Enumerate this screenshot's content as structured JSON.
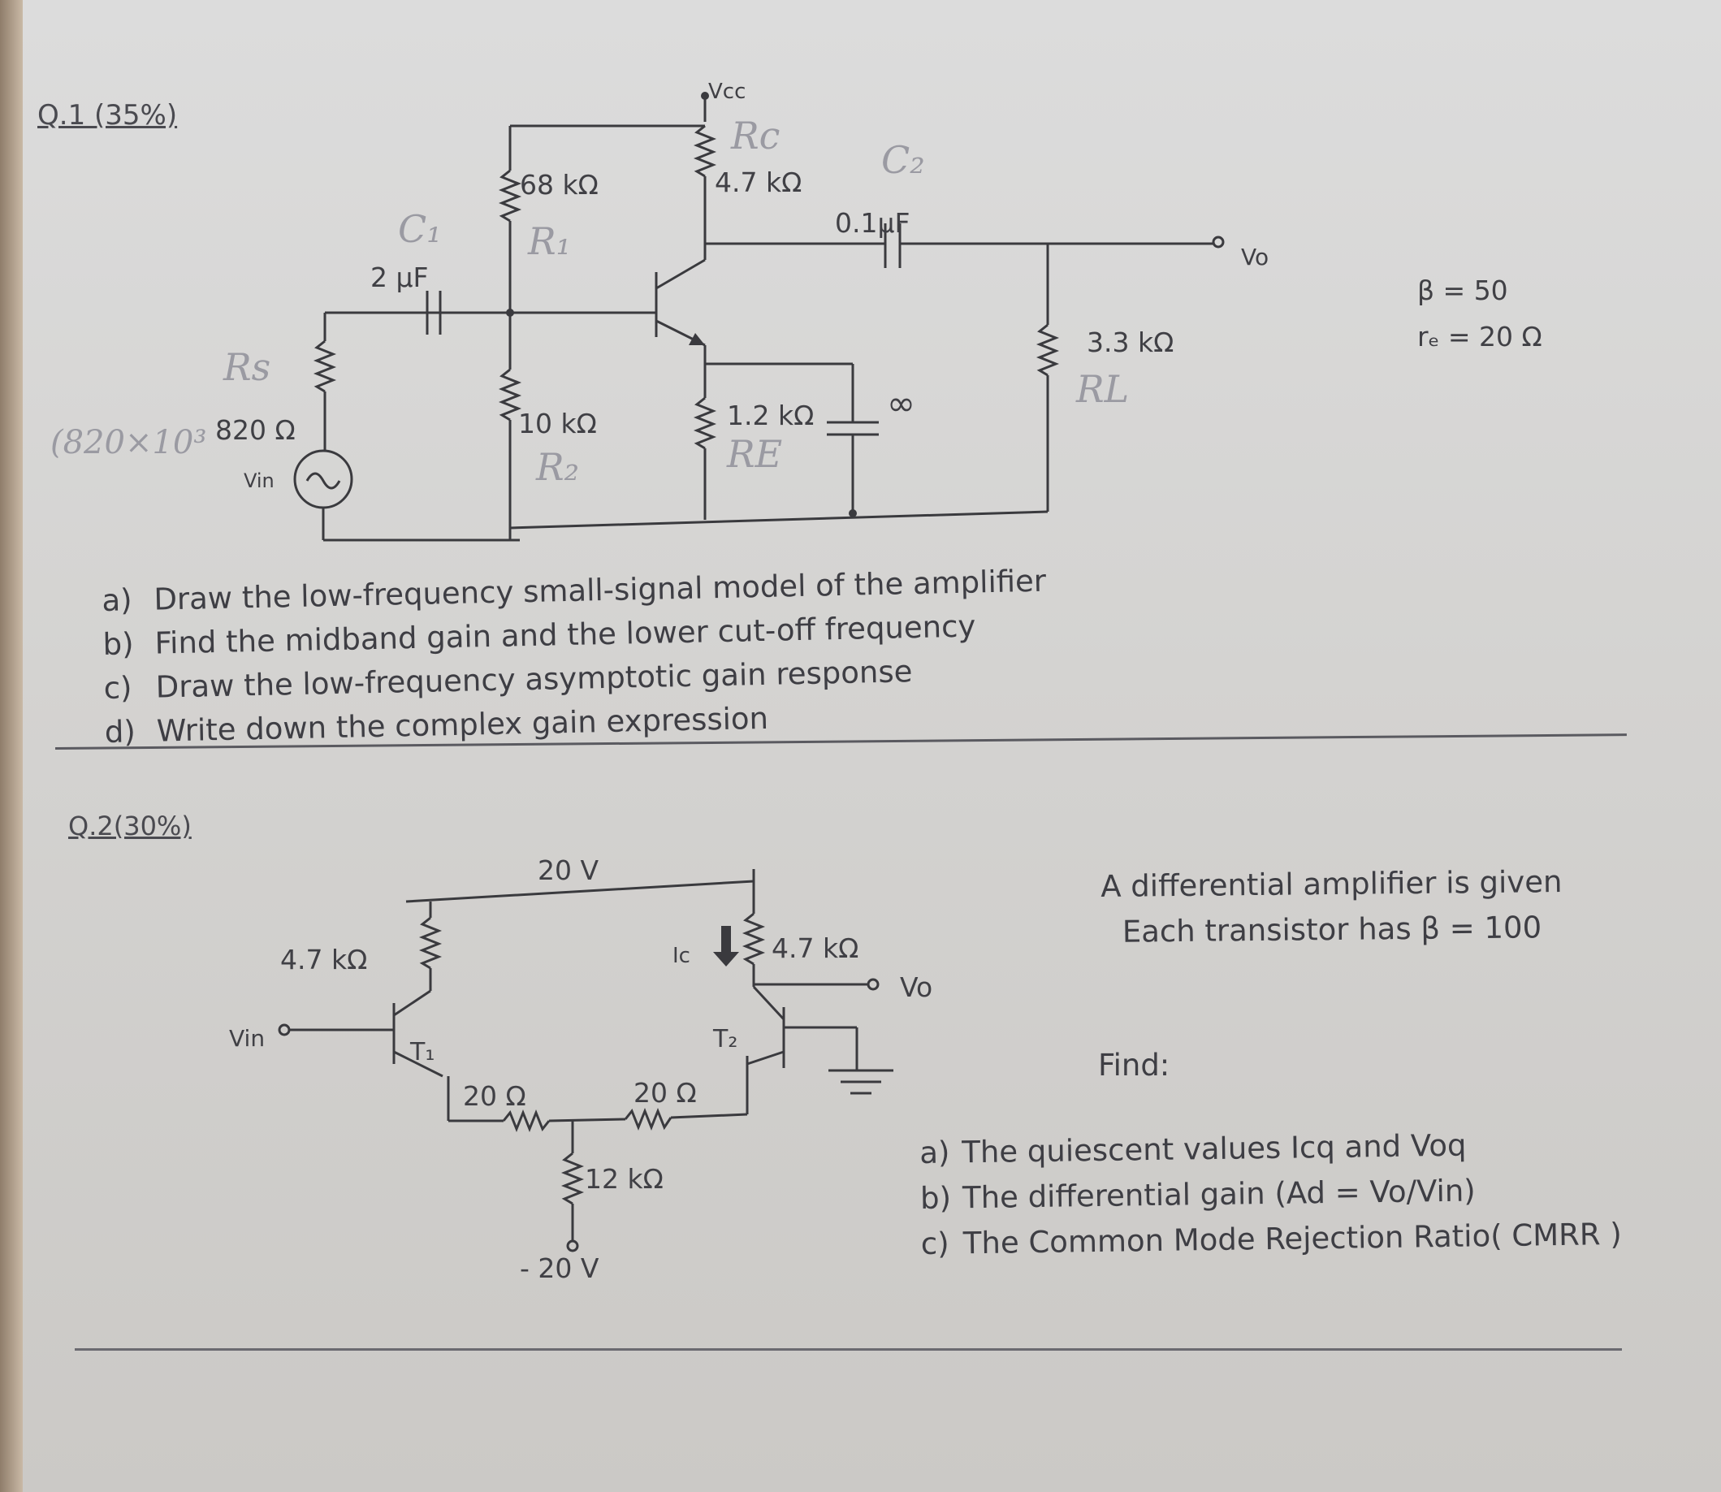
{
  "q1": {
    "heading": "Q.1 (35%)",
    "labels": {
      "vcc": "Vcc",
      "rc_hand": "Rc",
      "c2_hand": "C₂",
      "r_68k": "68 kΩ",
      "r_4_7k": "4.7 kΩ",
      "c_0_1u": "0.1µF",
      "c1_hand": "C₁",
      "r1_hand": "R₁",
      "c_2u": "2 µF",
      "vo": "Vo",
      "beta": "β = 50",
      "re_small": "rₑ = 20 Ω",
      "r_3_3k": "3.3 kΩ",
      "rl_hand": "RL",
      "rs_hand": "Rs",
      "rs_note": "(820×10³",
      "r_820": "820 Ω",
      "vin": "Vin",
      "r_10k": "10 kΩ",
      "r2_hand": "R₂",
      "r_1_2k": "1.2 kΩ",
      "re_hand": "RE",
      "c_inf": "∞"
    },
    "questions": [
      {
        "letter": "a)",
        "text": "Draw the low-frequency small-signal model of the amplifier"
      },
      {
        "letter": "b)",
        "text": "Find the midband gain and the lower cut-off frequency"
      },
      {
        "letter": "c)",
        "text": "Draw the low-frequency asymptotic gain response"
      },
      {
        "letter": "d)",
        "text": "Write down the complex gain expression"
      }
    ]
  },
  "q2": {
    "heading": "Q.2(30%)",
    "labels": {
      "supply_pos": "20 V",
      "rc_left": "4.7 kΩ",
      "ic": "Ic",
      "rc_right": "4.7 kΩ",
      "vo": "Vo",
      "vin": "Vin",
      "t1": "T₁",
      "t2": "T₂",
      "re_left": "20 Ω",
      "re_right": "20 Ω",
      "r_tail": "12 kΩ",
      "supply_neg": "- 20 V"
    },
    "description": [
      "A differential amplifier is given",
      "Each transistor has  β = 100"
    ],
    "find_label": "Find:",
    "questions": [
      {
        "letter": "a)",
        "text": "The quiescent values Icq and Voq"
      },
      {
        "letter": "b)",
        "text": "The differential gain (Ad = Vo/Vin)"
      },
      {
        "letter": "c)",
        "text": "The Common Mode Rejection Ratio( CMRR )"
      }
    ]
  }
}
